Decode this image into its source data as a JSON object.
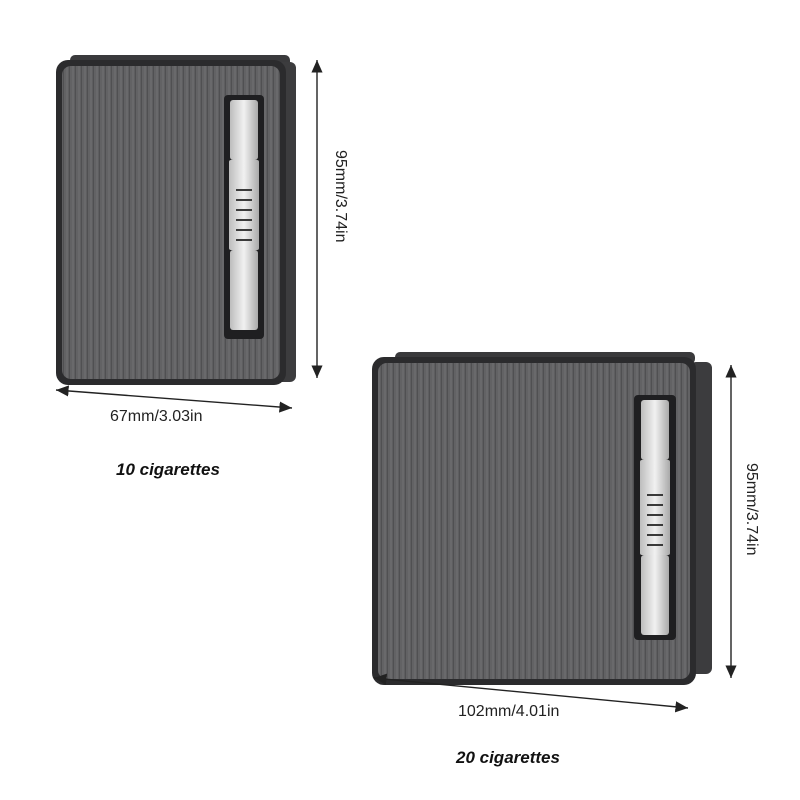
{
  "products": [
    {
      "caption": "10 cigarettes",
      "width_label": "67mm/3.03in",
      "height_label": "95mm/3.74in"
    },
    {
      "caption": "20 cigarettes",
      "width_label": "102mm/4.01in",
      "height_label": "95mm/3.74in"
    }
  ],
  "colors": {
    "body": "#5b5b5d",
    "edge": "#2a2a2c",
    "slider": "#d9d9d9",
    "dimension_line": "#222222"
  }
}
